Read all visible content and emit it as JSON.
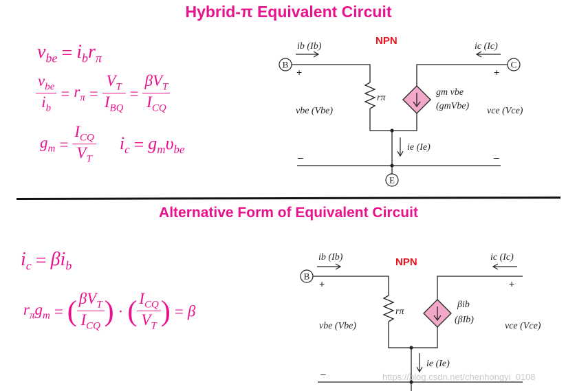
{
  "titles": {
    "hybrid": "Hybrid-π Equivalent Circuit",
    "alternative": "Alternative Form of Equivalent Circuit"
  },
  "equations_top": {
    "vbe_eq": "vbe = ib rπ",
    "rpi_eq": "vbe / ib = rπ = VT / IBQ = βVT / ICQ",
    "gm_eq": "gm = ICQ / VT",
    "ic_eq": "ic = gm vbe"
  },
  "equations_bottom": {
    "ic_eq": "ic = βib",
    "rpi_gm_eq": "rπ gm = (βVT / ICQ) · (ICQ / VT) = β"
  },
  "circuit_top": {
    "type_label": "NPN",
    "base_node": "B",
    "collector_node": "C",
    "emitter_node": "E",
    "ib_label": "ib (Ib)",
    "ic_label": "ic (Ic)",
    "ie_label": "ie (Ie)",
    "vbe_label": "vbe (Vbe)",
    "vce_label": "vce (Vce)",
    "rpi_label": "rπ",
    "source_label_1": "gm vbe",
    "source_label_2": "(gmVbe)",
    "plus": "+",
    "minus": "–"
  },
  "circuit_bottom": {
    "type_label": "NPN",
    "base_node": "B",
    "ib_label": "ib (Ib)",
    "ic_label": "ic (Ic)",
    "ie_label": "ie (Ie)",
    "vbe_label": "vbe (Vbe)",
    "vce_label": "vce (Vce)",
    "rpi_label": "rπ",
    "source_label_1": "βib",
    "source_label_2": "(βIb)",
    "plus": "+",
    "minus": "–"
  },
  "watermark": "https://blog.csdn.net/chenhongyi_0108",
  "colors": {
    "accent": "#e8128c",
    "npn": "#e8121c",
    "source_fill": "#f2a9c9",
    "wire": "#222222"
  }
}
